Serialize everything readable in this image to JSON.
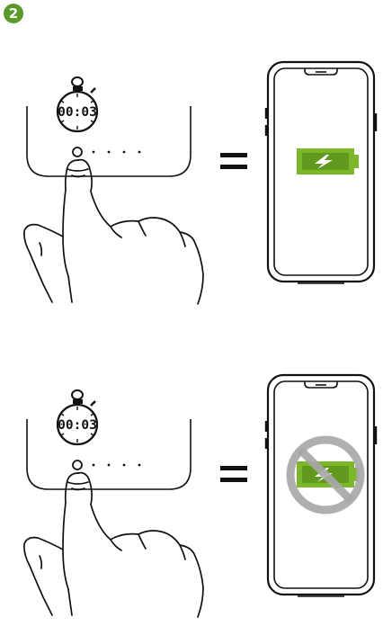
{
  "step_number": "2",
  "rows": [
    {
      "timer_display": "00:03",
      "phone_battery": "charging"
    },
    {
      "timer_display": "00:03",
      "phone_battery": "not-charging"
    }
  ],
  "colors": {
    "step_badge": "#5a9a2a",
    "battery_green": "#7ab829",
    "prohibition_gray": "#a8a8a8"
  }
}
